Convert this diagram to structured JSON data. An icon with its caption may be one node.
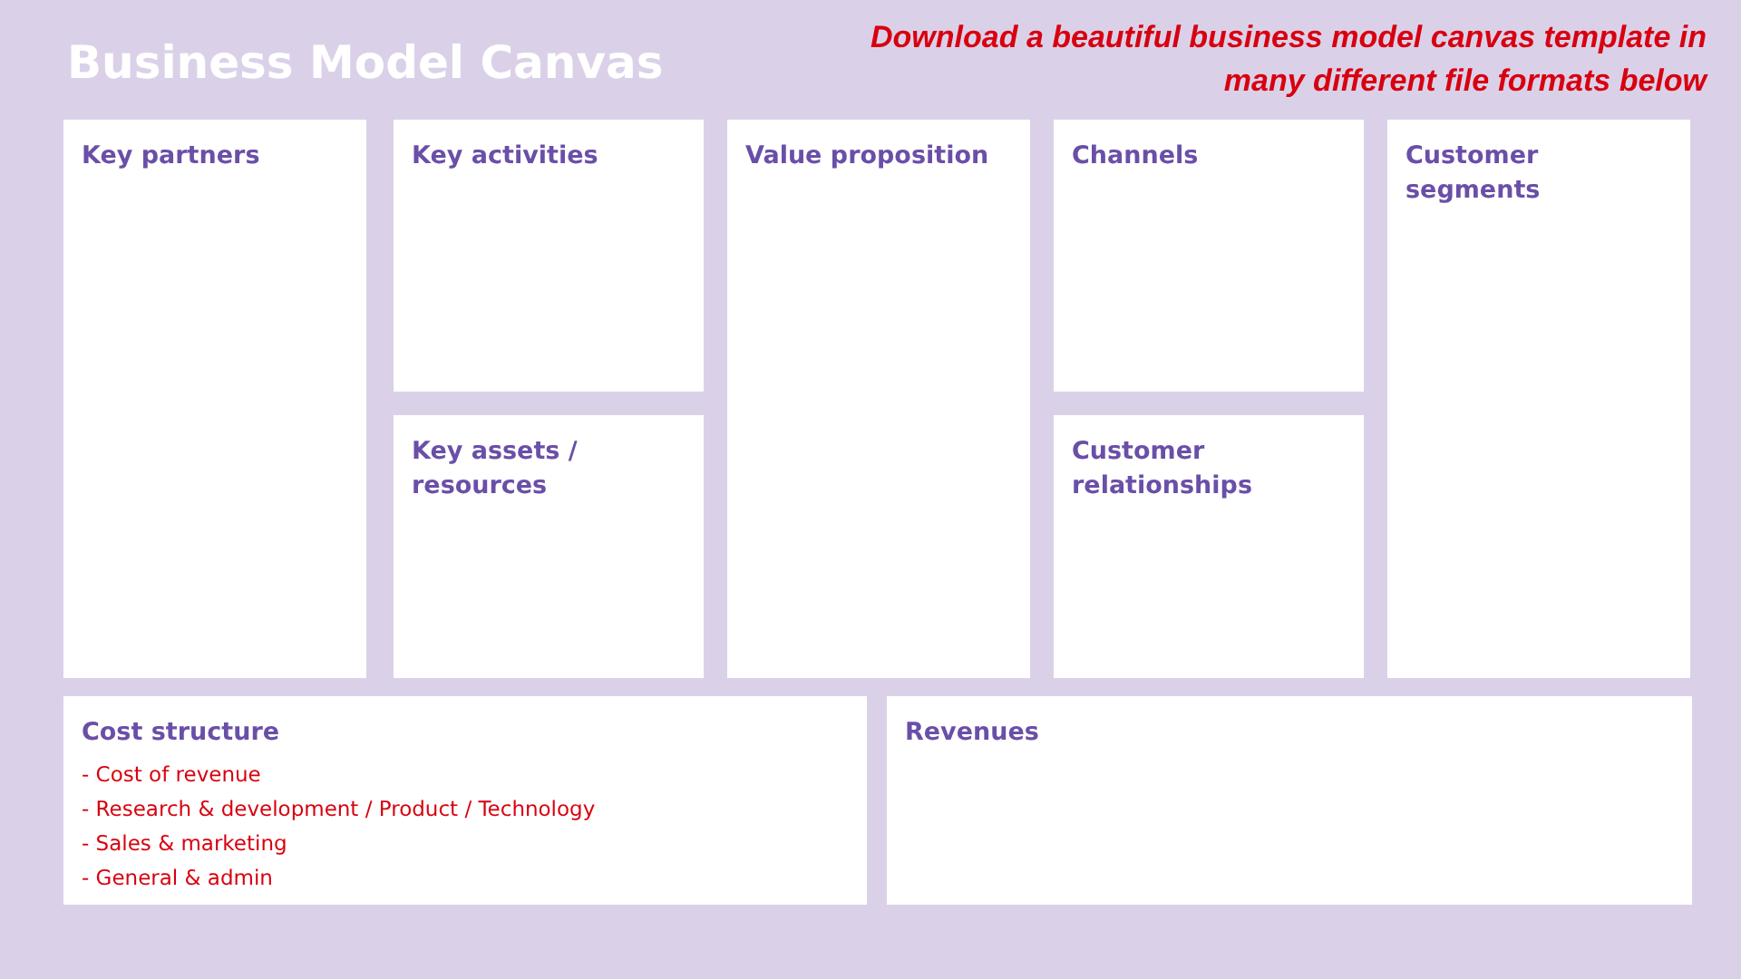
{
  "diagram": {
    "title": "Business Model Canvas",
    "nodes": [
      {
        "text": [
          "Key partners"
        ]
      },
      {
        "text": [
          "Key activities"
        ]
      },
      {
        "text": [
          "Key assets / resources"
        ]
      },
      {
        "text": [
          "Value proposition"
        ]
      },
      {
        "text": [
          "Channels"
        ]
      },
      {
        "text": [
          "Customer relationships"
        ]
      },
      {
        "text": [
          "Customer segments"
        ]
      },
      {
        "text": [
          "Cost structure",
          "- Cost of revenue",
          "- Research & development / Product / Technology",
          "- Sales & marketing",
          "- General & admin"
        ]
      },
      {
        "text": [
          "Revenues"
        ]
      }
    ],
    "labels": [
      "Download a beautiful business model canvas template in many different file formats below"
    ]
  }
}
